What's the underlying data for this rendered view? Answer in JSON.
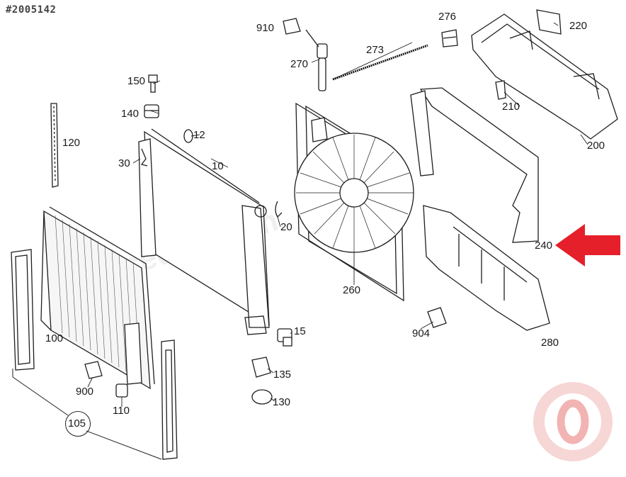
{
  "reference_id": "#2005142",
  "watermark_text": "mercedes.com",
  "arrow_color": "#e5202a",
  "logo_color": "#f2b3b3",
  "parts": {
    "p10": "10",
    "p12": "12",
    "p15": "15",
    "p20": "20",
    "p30": "30",
    "p100": "100",
    "p105": "105",
    "p110": "110",
    "p120": "120",
    "p130": "130",
    "p135": "135",
    "p140": "140",
    "p150": "150",
    "p200": "200",
    "p210": "210",
    "p220": "220",
    "p240": "240",
    "p260": "260",
    "p270": "270",
    "p273": "273",
    "p276": "276",
    "p280": "280",
    "p900": "900",
    "p904": "904",
    "p910": "910"
  }
}
